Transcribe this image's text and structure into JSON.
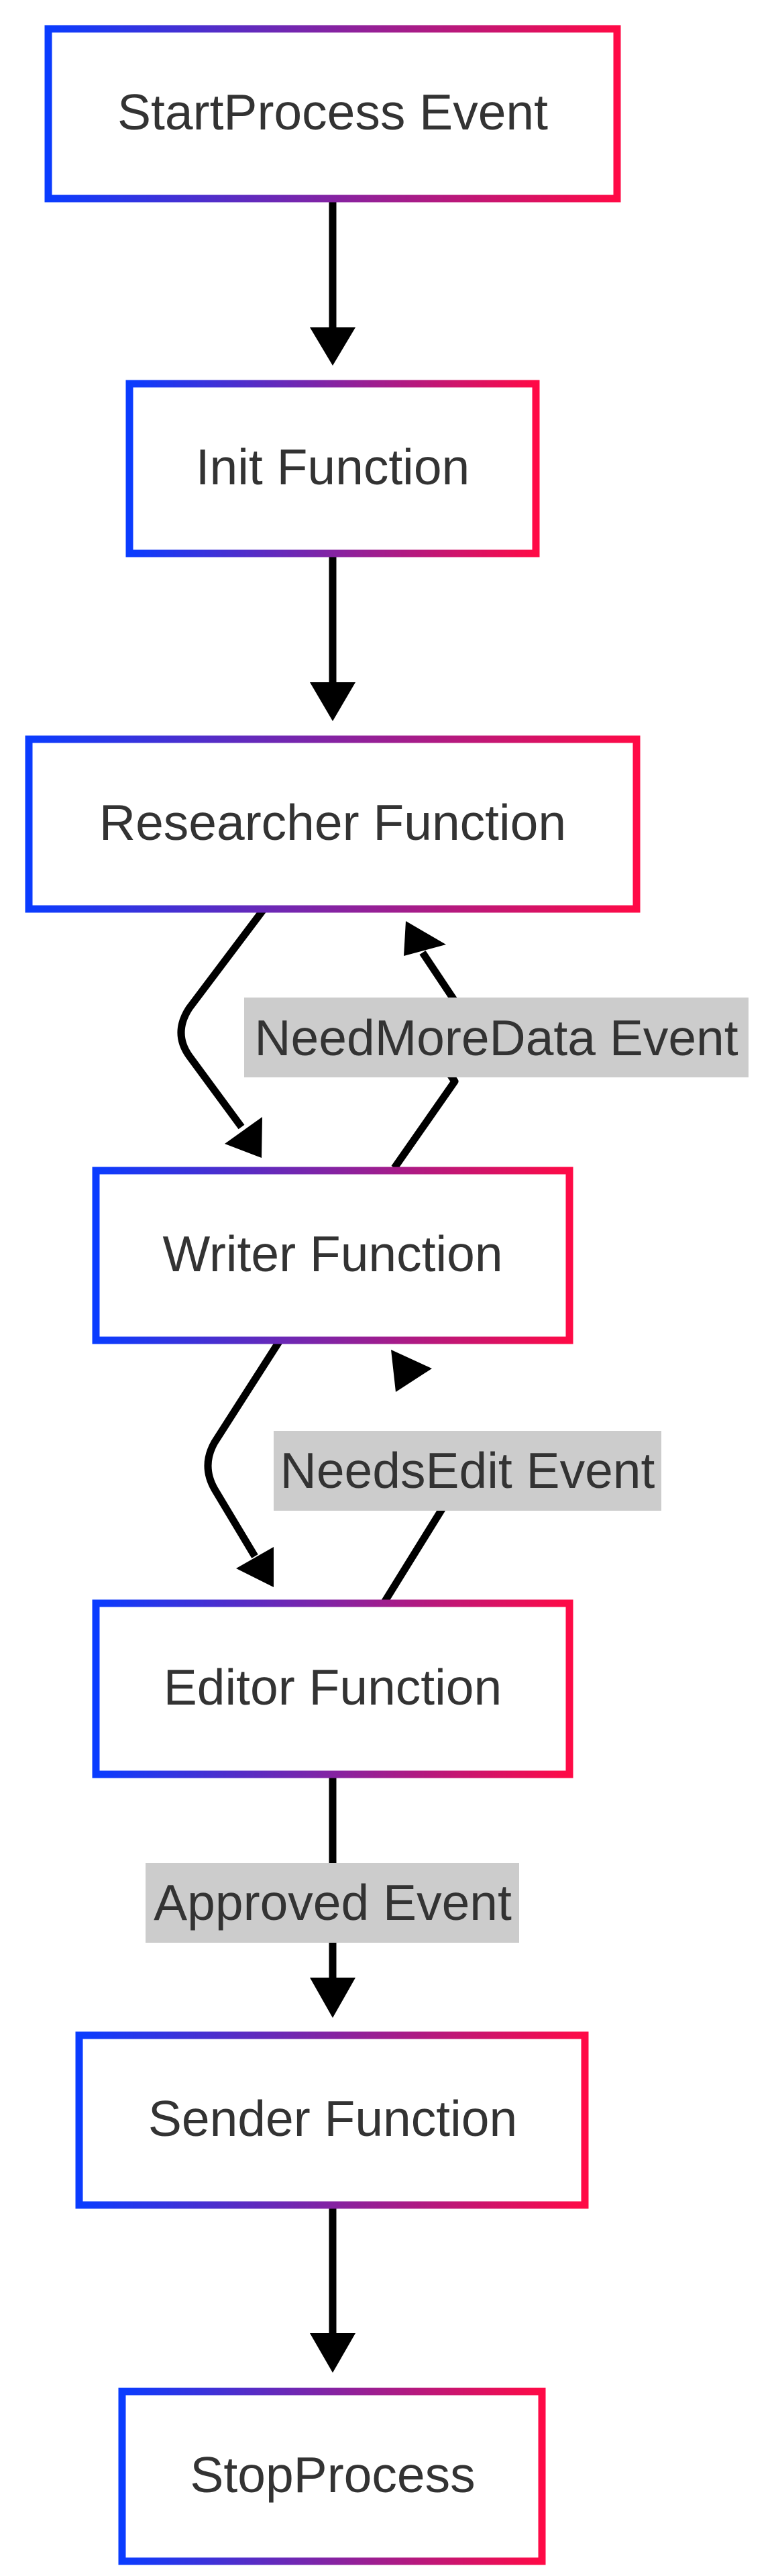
{
  "colors": {
    "border_start": "#0a3cff",
    "border_end": "#ff0a46",
    "node_fill": "#ffffff",
    "node_text": "#333333",
    "edge": "#000000",
    "edge_label_bg": "#cccccc"
  },
  "nodes": [
    {
      "id": "start",
      "label": "StartProcess Event"
    },
    {
      "id": "init",
      "label": "Init Function"
    },
    {
      "id": "researcher",
      "label": "Researcher Function"
    },
    {
      "id": "writer",
      "label": "Writer Function"
    },
    {
      "id": "editor",
      "label": "Editor Function"
    },
    {
      "id": "sender",
      "label": "Sender Function"
    },
    {
      "id": "stop",
      "label": "StopProcess"
    }
  ],
  "edges": [
    {
      "from": "start",
      "to": "init",
      "label": ""
    },
    {
      "from": "init",
      "to": "researcher",
      "label": ""
    },
    {
      "from": "researcher",
      "to": "writer",
      "label": ""
    },
    {
      "from": "writer",
      "to": "researcher",
      "label": "NeedMoreData Event"
    },
    {
      "from": "writer",
      "to": "editor",
      "label": ""
    },
    {
      "from": "editor",
      "to": "writer",
      "label": "NeedsEdit Event"
    },
    {
      "from": "editor",
      "to": "sender",
      "label": "Approved Event"
    },
    {
      "from": "sender",
      "to": "stop",
      "label": ""
    }
  ]
}
